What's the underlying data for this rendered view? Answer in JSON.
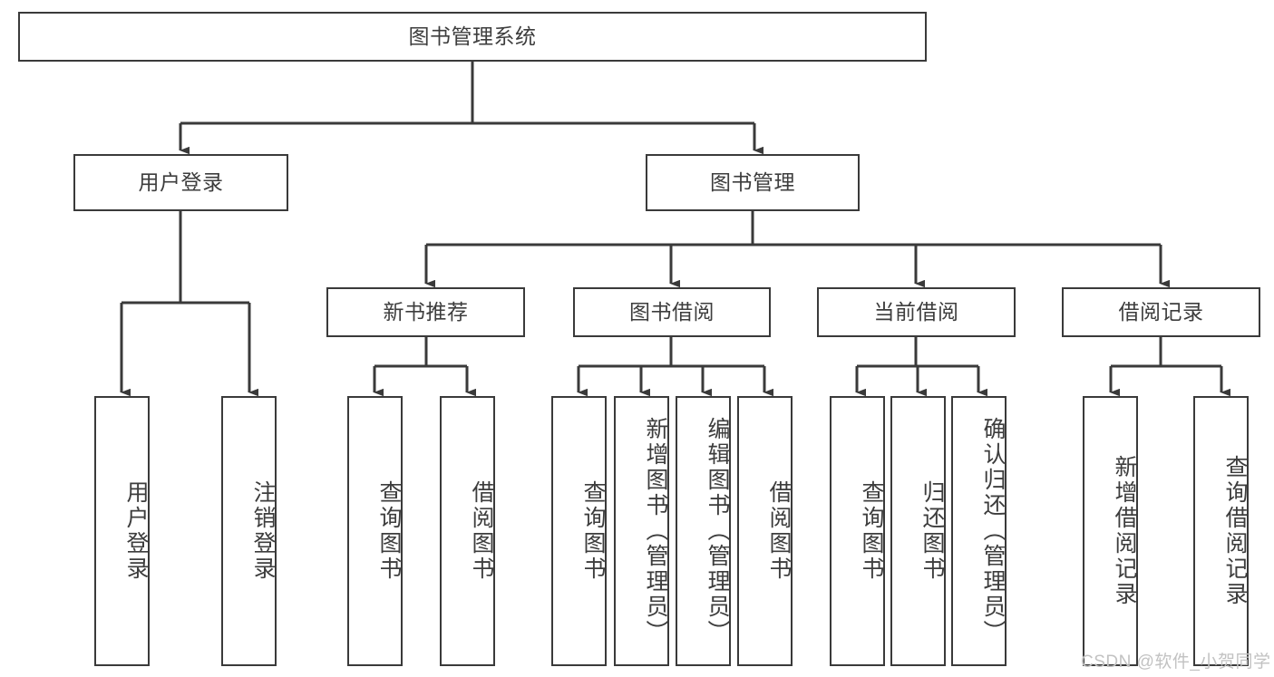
{
  "diagram": {
    "type": "tree-hierarchy",
    "title": "图书管理系统",
    "root": {
      "label": "图书管理系统"
    },
    "level2": [
      {
        "label": "用户登录"
      },
      {
        "label": "图书管理"
      }
    ],
    "level3": [
      {
        "label": "新书推荐"
      },
      {
        "label": "图书借阅"
      },
      {
        "label": "当前借阅"
      },
      {
        "label": "借阅记录"
      }
    ],
    "leaves": {
      "user_login": [
        {
          "label": "用户登录"
        },
        {
          "label": "注销登录"
        }
      ],
      "new_book_recommend": [
        {
          "label": "查询图书"
        },
        {
          "label": "借阅图书"
        }
      ],
      "book_borrow": [
        {
          "label": "查询图书"
        },
        {
          "label": "新增图书（管理员）"
        },
        {
          "label": "编辑图书（管理员）"
        },
        {
          "label": "借阅图书"
        }
      ],
      "current_borrow": [
        {
          "label": "查询图书"
        },
        {
          "label": "归还图书"
        },
        {
          "label": "确认归还（管理员）"
        }
      ],
      "borrow_record": [
        {
          "label": "新增借阅记录"
        },
        {
          "label": "查询借阅记录"
        }
      ]
    }
  },
  "watermark": {
    "text": "CSDN @软件_小贺同学"
  },
  "colors": {
    "stroke": "#3a3a3a",
    "text": "#3d3d3d",
    "background": "#ffffff",
    "watermark": "#c2c2c2"
  }
}
